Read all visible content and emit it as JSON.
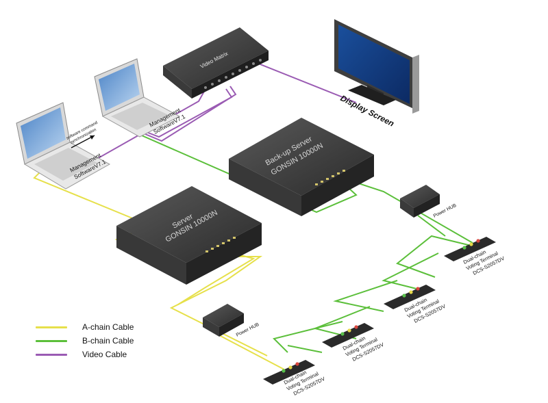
{
  "colors": {
    "a_chain": "#e6e04a",
    "b_chain": "#5bbf3a",
    "video": "#9a5bb3",
    "device_dark": "#2c2c2c",
    "device_top": "#3d3d3d"
  },
  "devices": {
    "video_matrix": "Video Matrix",
    "display_screen": "Display Screen",
    "laptop_left": [
      "Management",
      "SoftwareV7.1"
    ],
    "laptop_right": [
      "Management",
      "SoftwareV7.1"
    ],
    "laptop_link": [
      "software command",
      "synchronization"
    ],
    "server": [
      "Server",
      "GONSIN 10000N"
    ],
    "backup_server": [
      "Back-up Server",
      "GONSIN 10000N"
    ],
    "power_hub_top": "Power HUB",
    "power_hub_bottom": "Power HUB"
  },
  "terminals": [
    [
      "Dual-chain",
      "Voting Terminal",
      "DCS-S2057DV"
    ],
    [
      "Dual-chain",
      "Voting Terminal",
      "DCS-S2057DV"
    ],
    [
      "Dual-chain",
      "Voting Terminal",
      "DCS-S2057DV"
    ],
    [
      "Dual-chain",
      "Voting Terminal",
      "DCS-S2057DV"
    ]
  ],
  "legend": [
    {
      "label": "A-chain Cable",
      "color": "#e6e04a"
    },
    {
      "label": "B-chain Cable",
      "color": "#5bbf3a"
    },
    {
      "label": "Video Cable",
      "color": "#9a5bb3"
    }
  ]
}
